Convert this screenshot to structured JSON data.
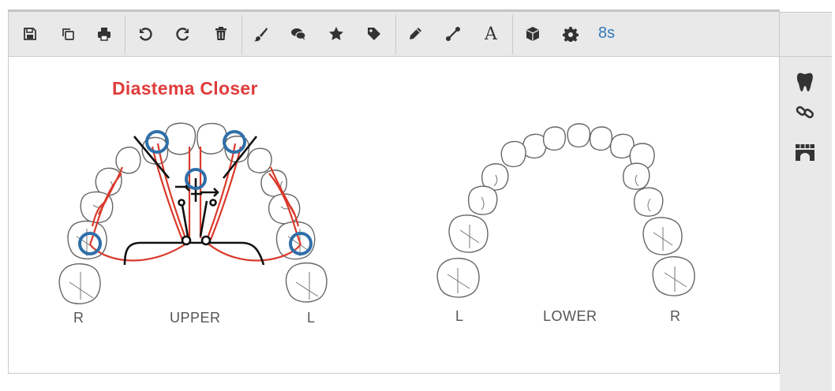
{
  "toolbar": {
    "timer_label": "8s",
    "buttons": [
      {
        "name": "save-icon"
      },
      {
        "name": "copy-icon"
      },
      {
        "name": "print-icon"
      },
      {
        "name": "undo-icon"
      },
      {
        "name": "redo-icon"
      },
      {
        "name": "trash-icon"
      },
      {
        "name": "paintbrush-icon"
      },
      {
        "name": "comments-icon"
      },
      {
        "name": "star-icon"
      },
      {
        "name": "tag-icon"
      },
      {
        "name": "pencil-icon"
      },
      {
        "name": "line-icon"
      },
      {
        "name": "text-icon"
      },
      {
        "name": "cube-icon"
      },
      {
        "name": "gear-icon"
      }
    ],
    "text_tool_glyph": "A"
  },
  "sidepanel": {
    "buttons": [
      {
        "name": "tooth-icon"
      },
      {
        "name": "link-icon"
      },
      {
        "name": "bridge-icon"
      }
    ]
  },
  "diagram": {
    "title": "Diastema Closer",
    "upper": {
      "label": "UPPER",
      "left_side": "R",
      "right_side": "L"
    },
    "lower": {
      "label": "LOWER",
      "left_side": "L",
      "right_side": "R"
    },
    "colors": {
      "title": "#e03b3b",
      "wire": "#d93a2b",
      "ring": "#2f6fa8",
      "tooth_outline": "#666666",
      "accent": "#3479b7"
    }
  }
}
